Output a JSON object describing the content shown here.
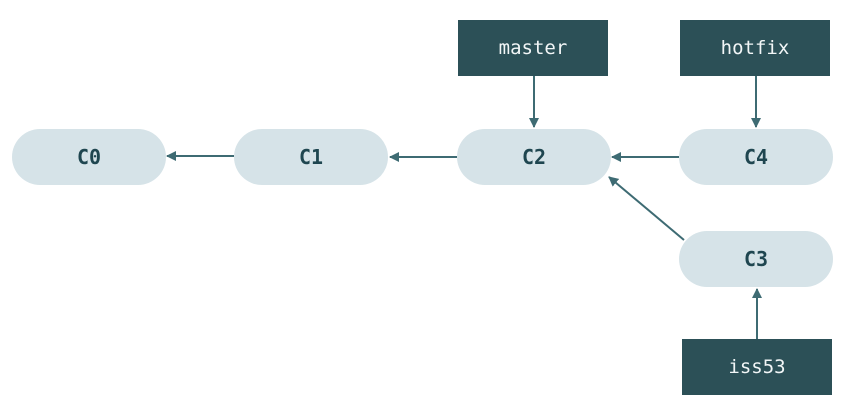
{
  "commits": [
    {
      "id": "c0",
      "label": "C0"
    },
    {
      "id": "c1",
      "label": "C1"
    },
    {
      "id": "c2",
      "label": "C2"
    },
    {
      "id": "c4",
      "label": "C4"
    },
    {
      "id": "c3",
      "label": "C3"
    }
  ],
  "refs": [
    {
      "id": "master",
      "label": "master",
      "points_to": "C2"
    },
    {
      "id": "hotfix",
      "label": "hotfix",
      "points_to": "C4"
    },
    {
      "id": "iss53",
      "label": "iss53",
      "points_to": "C3"
    }
  ],
  "parent_links": [
    {
      "from": "C1",
      "to": "C0"
    },
    {
      "from": "C2",
      "to": "C1"
    },
    {
      "from": "C4",
      "to": "C2"
    },
    {
      "from": "C3",
      "to": "C2"
    }
  ],
  "colors": {
    "commit_fill": "#d6e3e8",
    "commit_text": "#1f4650",
    "ref_fill": "#2c5057",
    "ref_text": "#f2f6f7",
    "arrow": "#3e6b73"
  }
}
